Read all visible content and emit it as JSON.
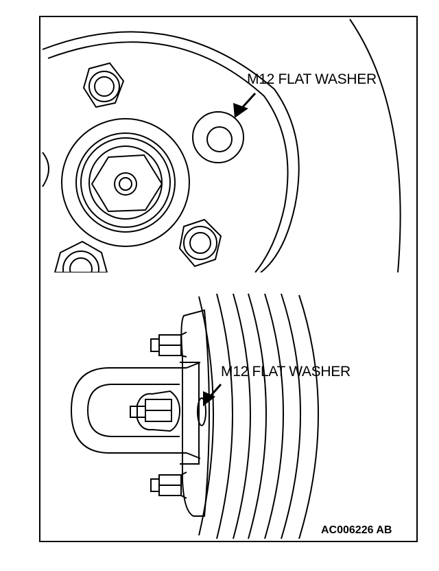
{
  "labels": {
    "top_callout": "M12 FLAT WASHER",
    "bottom_callout": "M12 FLAT WASHER",
    "figure_code": "AC006226 AB"
  },
  "colors": {
    "line": "#000000",
    "background": "#ffffff"
  }
}
